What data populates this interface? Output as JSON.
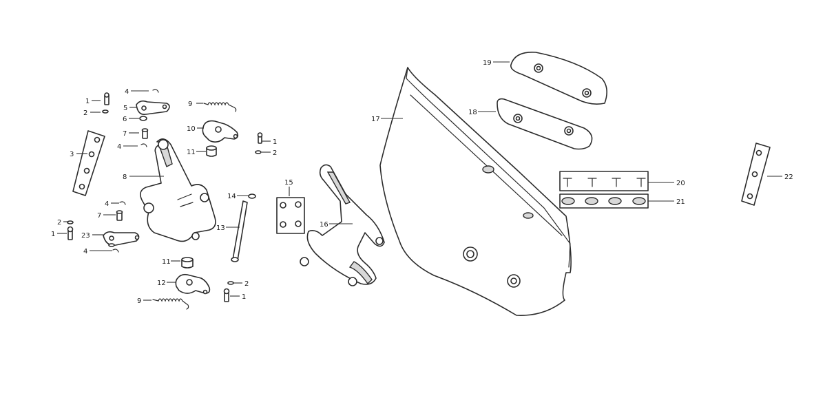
{
  "callouts": {
    "c1a": "1",
    "c2a": "2",
    "c3": "3",
    "c4a": "4",
    "c5": "5",
    "c6": "6",
    "c7a": "7",
    "c4b": "4",
    "c8": "8",
    "c9a": "9",
    "c10": "10",
    "c11a": "11",
    "c1b": "1",
    "c2b": "2",
    "c4c": "4",
    "c7b": "7",
    "c2c": "2",
    "c1c": "1",
    "c23": "23",
    "c4d": "4",
    "c11b": "11",
    "c12": "12",
    "c9b": "9",
    "c13": "13",
    "c14": "14",
    "c15": "15",
    "c16": "16",
    "c17": "17",
    "c18": "18",
    "c19": "19",
    "c20": "20",
    "c21": "21",
    "c22": "22",
    "c2d": "2",
    "c1d": "1"
  }
}
